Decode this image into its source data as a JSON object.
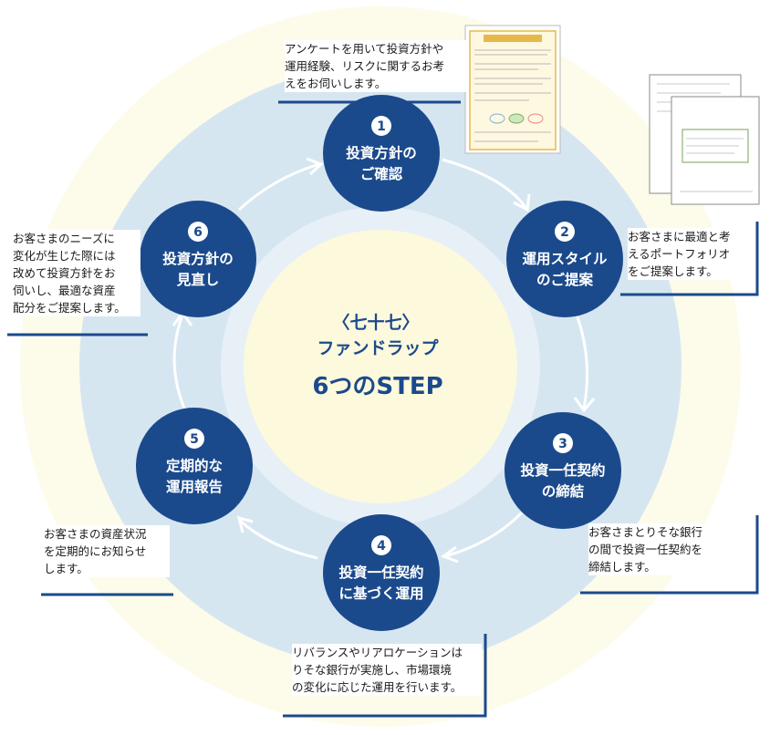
{
  "center": {
    "title": "〈七十七〉",
    "subtitle": "ファンドラップ",
    "steps_label": "6つのSTEP"
  },
  "steps": [
    {
      "num": "1",
      "title_lines": [
        "投資方針の",
        "ご確認"
      ],
      "desc": "アンケートを用いて投資方針や\n運用経験、リスクに関するお考\nえをお伺いします。"
    },
    {
      "num": "2",
      "title_lines": [
        "運用スタイル",
        "のご提案"
      ],
      "desc": "お客さまに最適と考\nえるポートフォリオ\nをご提案します。"
    },
    {
      "num": "3",
      "title_lines": [
        "投資一任契約",
        "の締結"
      ],
      "desc": "お客さまとりそな銀行\nの間で投資一任契約を\n締結します。"
    },
    {
      "num": "4",
      "title_lines": [
        "投資一任契約",
        "に基づく運用"
      ],
      "desc": "リバランスやリアロケーションは\nりそな銀行が実施し、市場環境\nの変化に応じた運用を行います。"
    },
    {
      "num": "5",
      "title_lines": [
        "定期的な",
        "運用報告"
      ],
      "desc": "お客さまの資産状況\nを定期的にお知らせ\nします。"
    },
    {
      "num": "6",
      "title_lines": [
        "投資方針の",
        "見直し"
      ],
      "desc": "お客さまのニーズに\n変化が生じた際には\n改めて投資方針をお\n伺いし、最適な資産\n配分をご提案します。"
    }
  ],
  "colors": {
    "navy": "#1b4a8c",
    "ring_blue": "#d6e6f1",
    "inner_ring": "#e7f0f7",
    "outer_cream": "#fdfbea",
    "center_fill": "#fdf9dc",
    "arrow": "#ffffff",
    "desc_border": "#1b4a8c",
    "doc_gold": "#e6b84a"
  }
}
